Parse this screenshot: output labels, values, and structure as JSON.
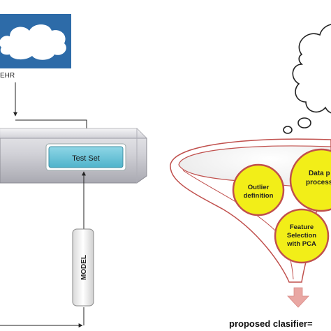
{
  "diagram": {
    "ehr_label": "EHR",
    "test_set_label": "Test Set",
    "model_label": "MODEL",
    "circles": {
      "outlier_line1": "Outlier",
      "outlier_line2": "definition",
      "data_line1": "Data p",
      "data_line2": "process",
      "feature_line1": "Feature",
      "feature_line2": "Selection",
      "feature_line3": "with PCA"
    },
    "proposed_label": "proposed clasifier=",
    "colors": {
      "cloud_box": "#2d6ba8",
      "test_set_fill": "#6cc4d9",
      "circle_fill": "#f2ee18",
      "funnel_stroke": "#c0504d",
      "arrow_fill": "#e9a7a3"
    }
  }
}
